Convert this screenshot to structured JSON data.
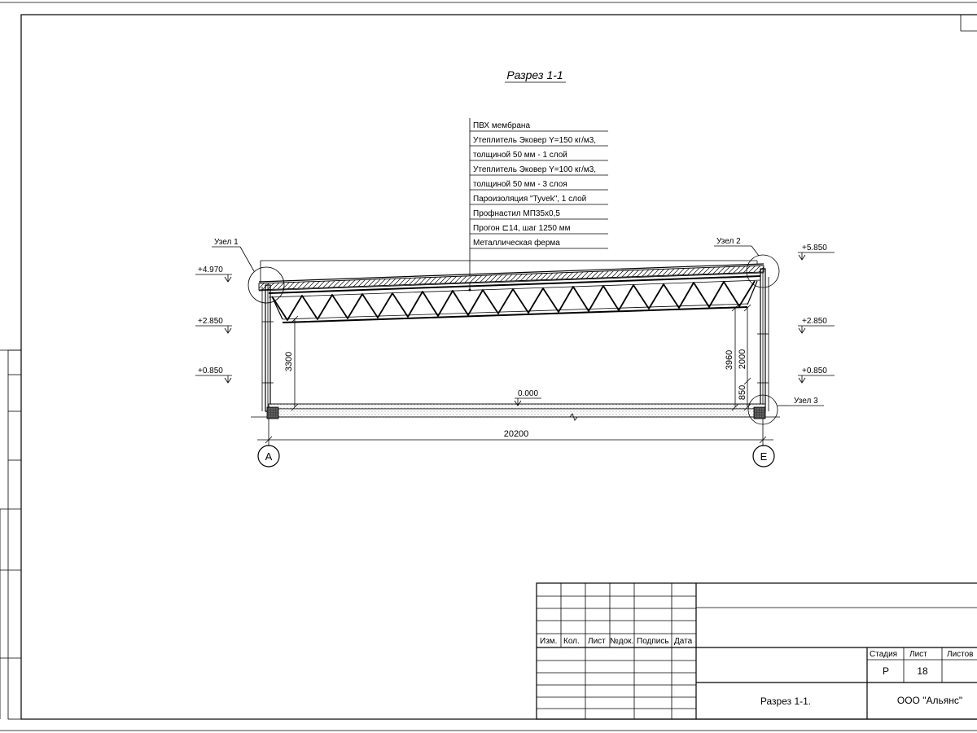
{
  "drawing": {
    "title": "Разрез 1-1",
    "layers": [
      "ПВХ мембрана",
      "Утеплитель Эковер Y=150 кг/м3,",
      "толщиной 50 мм - 1 слой",
      "Утеплитель Эковер Y=100 кг/м3,",
      "толщиной 50 мм - 3 слоя",
      "Пароизоляция \"Tyvek\", 1 слой",
      "Профнастил МП35х0,5",
      "Прогон ⊏14, шаг 1250 мм",
      "Металлическая ферма"
    ],
    "nodes": {
      "node1": "Узел 1",
      "node2": "Узел 2",
      "node3": "Узел 3"
    },
    "elevations_left": [
      "+4.970",
      "+2.850",
      "+0.850"
    ],
    "elevations_right": [
      "+5.850",
      "+2.850",
      "+0.850"
    ],
    "floor_level": "0.000",
    "dimensions": {
      "span": "20200",
      "left_height": "3300",
      "right_total": "3960",
      "right_upper": "2000",
      "right_lower": "850"
    },
    "axes": {
      "left": "А",
      "right": "Е"
    }
  },
  "title_block": {
    "headers": [
      "Изм.",
      "Кол.",
      "Лист",
      "№док.",
      "Подпись",
      "Дата"
    ],
    "stage_label": "Стадия",
    "sheet_label": "Лист",
    "sheets_label": "Листов",
    "stage_value": "Р",
    "sheet_value": "18",
    "sheet_name": "Разрез 1-1.",
    "company": "ООО \"Альянс\""
  }
}
